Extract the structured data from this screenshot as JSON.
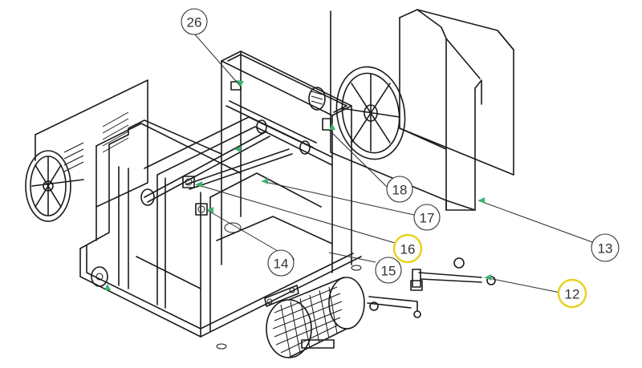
{
  "callouts": [
    {
      "id": "c26",
      "label": "26",
      "highlighted": false
    },
    {
      "id": "c18",
      "label": "18",
      "highlighted": false
    },
    {
      "id": "c17",
      "label": "17",
      "highlighted": false
    },
    {
      "id": "c16",
      "label": "16",
      "highlighted": true
    },
    {
      "id": "c15",
      "label": "15",
      "highlighted": false
    },
    {
      "id": "c14",
      "label": "14",
      "highlighted": false
    },
    {
      "id": "c13",
      "label": "13",
      "highlighted": false
    },
    {
      "id": "c12",
      "label": "12",
      "highlighted": true
    }
  ],
  "colors": {
    "line": "#1a1a1a",
    "arrow": "#3cb371",
    "highlight": "#e6d21c"
  }
}
